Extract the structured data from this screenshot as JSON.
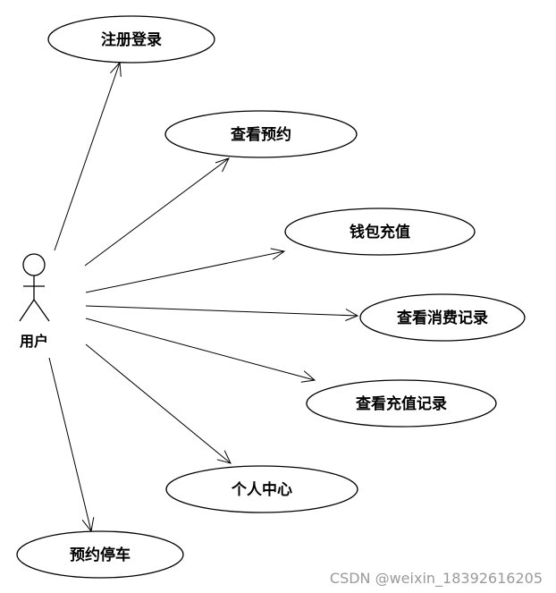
{
  "actor": {
    "label": "用户"
  },
  "use_cases": [
    {
      "id": "register-login",
      "label": "注册登录"
    },
    {
      "id": "view-reservation",
      "label": "查看预约"
    },
    {
      "id": "wallet-recharge",
      "label": "钱包充值"
    },
    {
      "id": "view-consumption-records",
      "label": "查看消费记录"
    },
    {
      "id": "view-recharge-records",
      "label": "查看充值记录"
    },
    {
      "id": "personal-center",
      "label": "个人中心"
    },
    {
      "id": "reserve-parking",
      "label": "预约停车"
    }
  ],
  "watermark": "CSDN @weixin_18392616205",
  "colors": {
    "stroke": "#000000",
    "watermark": "#9a9a9a",
    "background": "#ffffff"
  }
}
